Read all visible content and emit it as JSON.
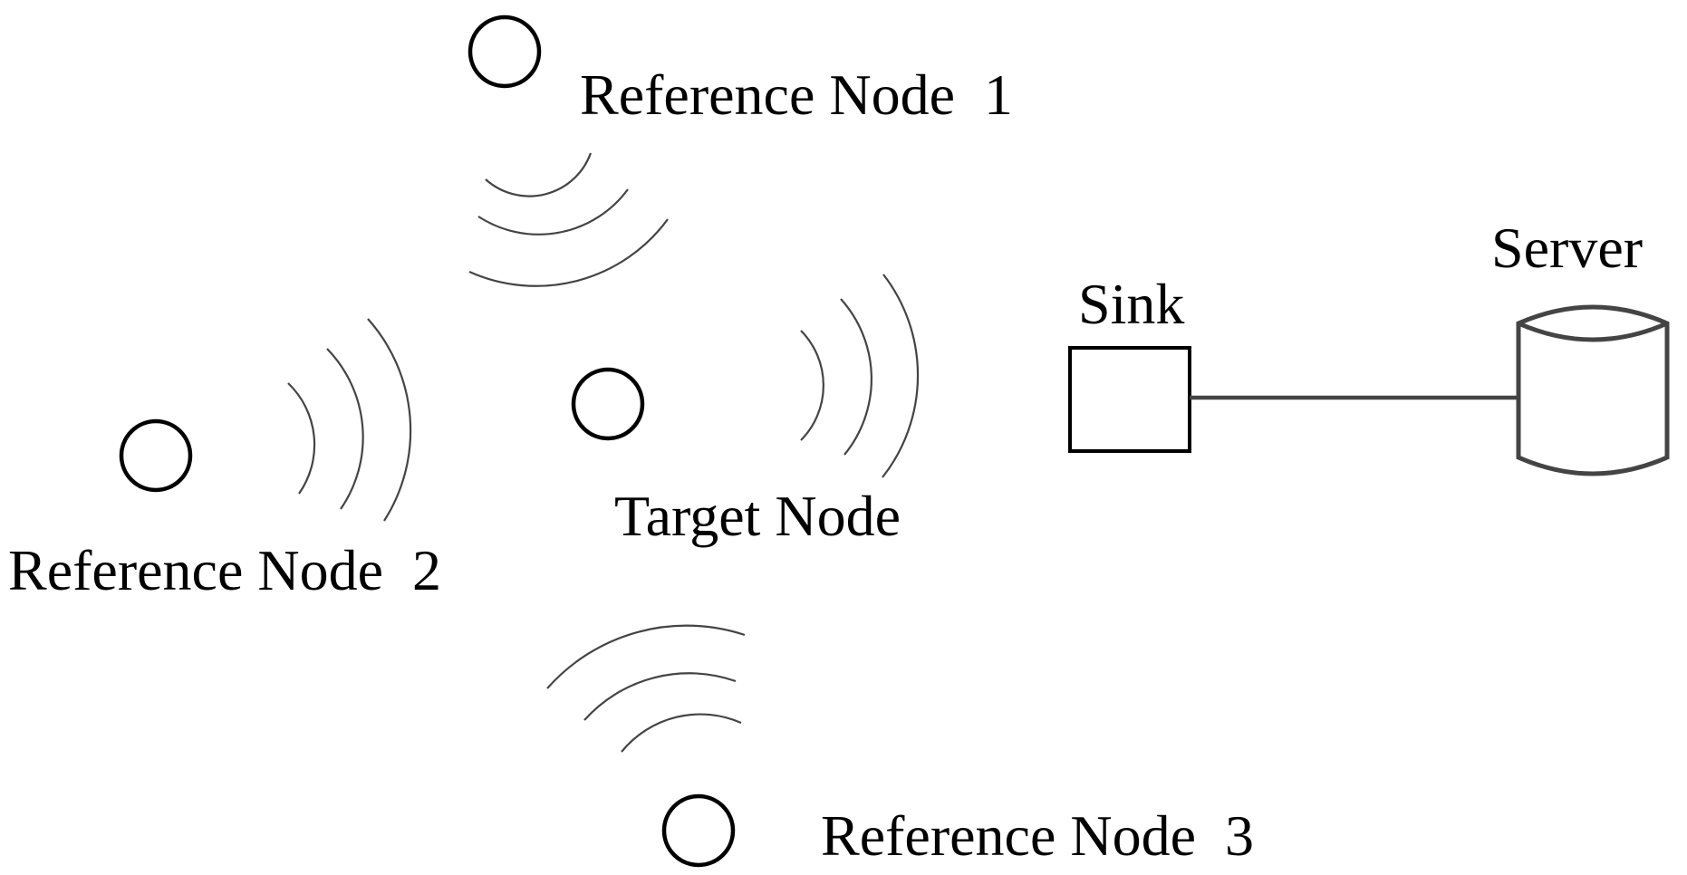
{
  "nodes": {
    "reference_node_1": "Reference Node  1",
    "reference_node_2": "Reference Node  2",
    "reference_node_3": "Reference Node  3",
    "target_node": "Target Node",
    "sink": "Sink",
    "server": "Server"
  },
  "colors": {
    "stroke": "#000000",
    "wave_stroke": "#444444",
    "background": "#ffffff"
  }
}
